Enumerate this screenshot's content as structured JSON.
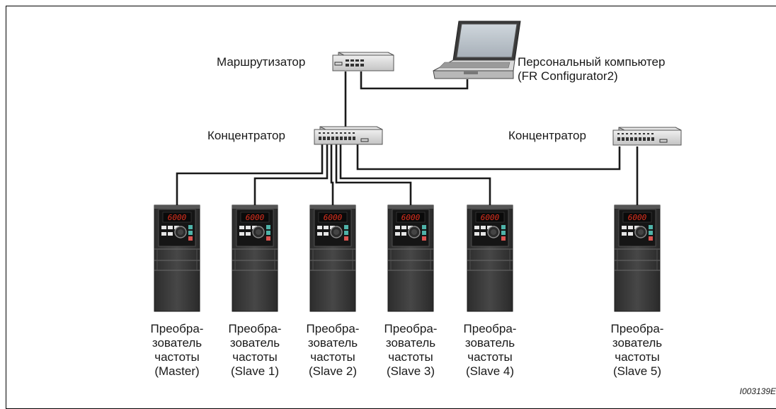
{
  "labels": {
    "router": "Маршрутизатор",
    "pc_line1": "Персональный компьютер",
    "pc_line2": "(FR Configurator2)",
    "hub_left": "Концентратор",
    "hub_right": "Концентратор"
  },
  "inverters": [
    {
      "l1": "Преобра-",
      "l2": "зователь",
      "l3": "частоты",
      "l4": "(Master)",
      "display": "6000"
    },
    {
      "l1": "Преобра-",
      "l2": "зователь",
      "l3": "частоты",
      "l4": "(Slave 1)",
      "display": "6000"
    },
    {
      "l1": "Преобра-",
      "l2": "зователь",
      "l3": "частоты",
      "l4": "(Slave 2)",
      "display": "6000"
    },
    {
      "l1": "Преобра-",
      "l2": "зователь",
      "l3": "частоты",
      "l4": "(Slave 3)",
      "display": "6000"
    },
    {
      "l1": "Преобра-",
      "l2": "зователь",
      "l3": "частоты",
      "l4": "(Slave 4)",
      "display": "6000"
    },
    {
      "l1": "Преобра-",
      "l2": "зователь",
      "l3": "частоты",
      "l4": "(Slave 5)",
      "display": "6000"
    }
  ],
  "figure_id": "I003139E",
  "colors": {
    "inverter_body": "#3a3a3a",
    "display_text": "#e0301e",
    "key_teal": "#4fb3a9",
    "key_red": "#d9534f",
    "device_grey": "#d6d6d6",
    "cable": "#1a1a1a"
  }
}
